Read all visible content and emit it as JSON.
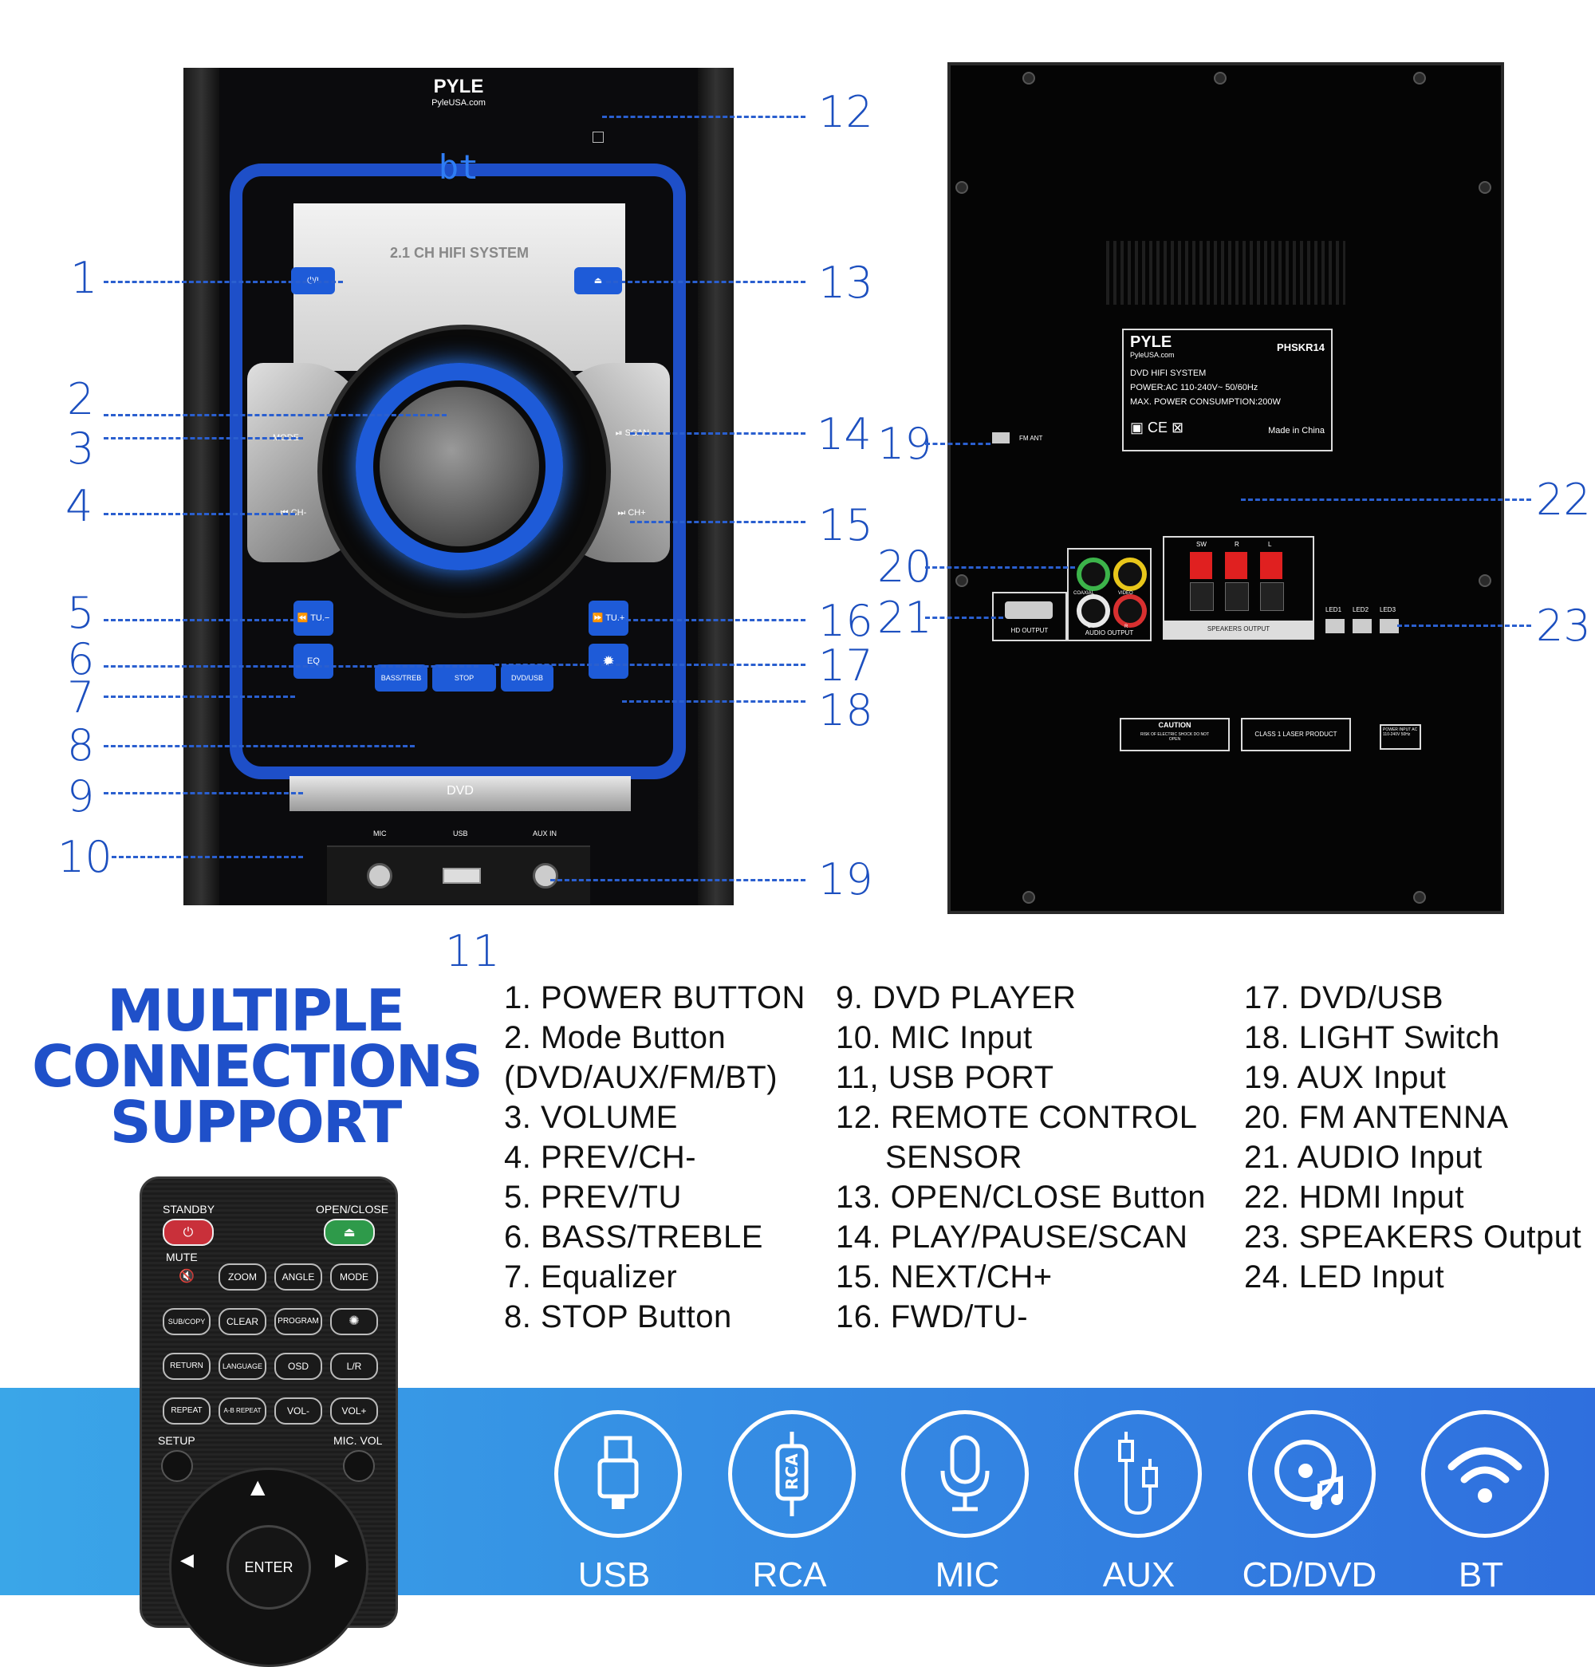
{
  "front": {
    "brand": "PYLE",
    "site": "PyleUSA.com",
    "display": "bt",
    "system_label": "2.1 CH HIFI SYSTEM",
    "power_icon_label": "⏻/I",
    "open_icon_label": "⏏",
    "mode_label": "MODE",
    "scan_label": "⏯ SCAN",
    "ch_minus_label": "⏮ CH-",
    "ch_plus_label": "⏭ CH+",
    "tu_minus_label": "⏪ TU.−",
    "tu_plus_label": "⏩ TU.+",
    "eq_label": "EQ",
    "bass_label": "BASS/TREB",
    "stop_label": "STOP",
    "dvdusb_label": "DVD/USB",
    "light_label": "✹",
    "dvd_label": "DVD",
    "mic_label": "MIC",
    "usb_label": "USB",
    "aux_label": "AUX IN"
  },
  "back": {
    "brand": "PYLE",
    "site": "PyleUSA.com",
    "model": "PHSKR14",
    "product": "DVD HIFI SYSTEM",
    "power": "POWER:AC 110-240V~ 50/60Hz",
    "consumption": "MAX. POWER CONSUMPTION:200W",
    "made_in": "Made in China",
    "fm_ant": "FM ANT",
    "coaxial": "COAXIAL",
    "video": "VIDEO",
    "l": "L",
    "r": "R",
    "hd_output": "HD OUTPUT",
    "audio_output": "AUDIO OUTPUT",
    "sw": "SW",
    "speakers_r": "R",
    "speakers_l": "L",
    "speakers_output": "SPEAKERS OUTPUT",
    "led1": "LED1",
    "led2": "LED2",
    "led3": "LED3",
    "caution": "CAUTION",
    "caution_sub": "RISK OF ELECTRIC SHOCK DO NOT OPEN",
    "laser": "CLASS 1 LASER PRODUCT",
    "power_input": "POWER INPUT AC 110-240V 50Hz"
  },
  "callouts_front_left": [
    "1",
    "2",
    "3",
    "4",
    "5",
    "6",
    "7",
    "8",
    "9",
    "10"
  ],
  "callouts_front_right": [
    "12",
    "13",
    "14",
    "15",
    "16",
    "17",
    "18",
    "19"
  ],
  "callout_11": "11",
  "callouts_back": [
    "19",
    "20",
    "21",
    "22",
    "23"
  ],
  "headline": [
    "MULTIPLE",
    "CONNECTIONS",
    "SUPPORT"
  ],
  "legend_col1": [
    "1. POWER BUTTON",
    "2. Mode Button",
    "(DVD/AUX/FM/BT)",
    "3. VOLUME",
    "4. PREV/CH-",
    "5. PREV/TU",
    "6. BASS/TREBLE",
    "7. Equalizer",
    "8. STOP Button"
  ],
  "legend_col2": [
    "9. DVD PLAYER",
    "10. MIC Input",
    "11, USB PORT",
    "12. REMOTE CONTROL",
    "SENSOR",
    "13. OPEN/CLOSE Button",
    "14. PLAY/PAUSE/SCAN",
    "15. NEXT/CH+",
    "16. FWD/TU-"
  ],
  "legend_col3": [
    "17. DVD/USB",
    "18. LIGHT Switch",
    "19. AUX Input",
    "20. FM ANTENNA",
    "21. AUDIO Input",
    "22. HDMI Input",
    "23. SPEAKERS Output",
    "24. LED Input"
  ],
  "remote": {
    "standby": "STANDBY",
    "open_close": "OPEN/CLOSE",
    "mute": "MUTE",
    "zoom": "ZOOM",
    "angle": "ANGLE",
    "mode": "MODE",
    "subcopy": "SUB/COPY",
    "clear": "CLEAR",
    "program": "PROGRAM",
    "return": "RETURN",
    "language": "LANGUAGE",
    "osd": "OSD",
    "lr": "L/R",
    "repeat": "REPEAT",
    "ab_repeat": "A-B REPEAT",
    "vol_minus": "VOL-",
    "vol_plus": "VOL+",
    "setup": "SETUP",
    "mic_vol": "MIC. VOL",
    "enter": "ENTER"
  },
  "features": [
    "USB",
    "RCA",
    "MIC",
    "AUX",
    "CD/DVD",
    "BT"
  ],
  "colors": {
    "accent": "#1f50c9",
    "band_start": "#3aa6e8",
    "band_end": "#2f6fde"
  }
}
